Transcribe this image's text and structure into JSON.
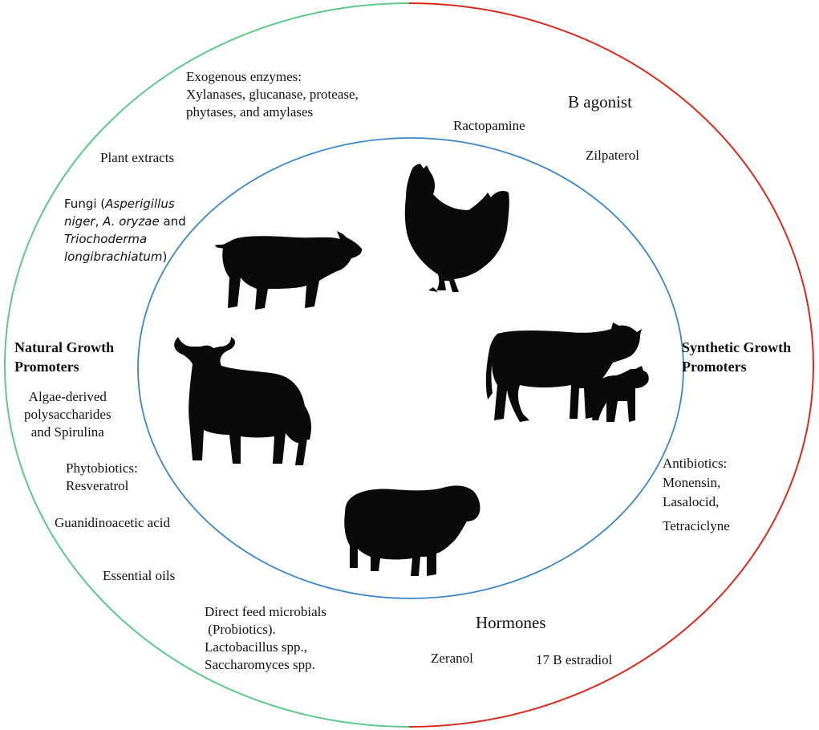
{
  "natural": {
    "heading": [
      "Natural Growth",
      "Promoters"
    ],
    "exogenous_enzymes": [
      "Exogenous enzymes:",
      "Xylanases, glucanase, protease,",
      "phytases, and amylases"
    ],
    "plant_extracts": "Plant extracts",
    "fungi": {
      "line1_prefix": "Fungi (",
      "line1_italic": "Asperigillus",
      "line2_italic_a": "niger",
      "line2_mid": ", ",
      "line2_italic_b": "A. oryzae",
      "line2_suffix": " and",
      "line3_italic": "Triochoderma",
      "line4_italic": "longibrachiatum",
      "line4_suffix": ")"
    },
    "algae": [
      "Algae-derived",
      "polysaccharides",
      "and Spirulina"
    ],
    "phytobiotics": [
      "Phytobiotics:",
      "Resveratrol"
    ],
    "guanidinoacetic": "Guanidinoacetic acid",
    "essential_oils": "Essential oils",
    "dfm": [
      "Direct feed microbials",
      " (Probiotics).",
      "Lactobacillus spp.,",
      "Saccharomyces spp."
    ]
  },
  "synthetic": {
    "heading": [
      "Synthetic Growth",
      "Promoters"
    ],
    "b_agonist": "B agonist",
    "ractopamine": "Ractopamine",
    "zilpaterol": "Zilpaterol",
    "antibiotics": [
      "Antibiotics:",
      "Monensin,",
      "Lasalocid,",
      "Tetraciclyne"
    ],
    "hormones": "Hormones",
    "zeranol": "Zeranol",
    "estradiol": "17 B estradiol"
  },
  "animals": [
    "pig-icon",
    "chicken-icon",
    "bull-icon",
    "cow-and-calf-icon",
    "sheep-icon"
  ],
  "colors": {
    "natural_arc": "#5cc88a",
    "synthetic_arc": "#d92a1c",
    "inner_circle": "#3b86c8",
    "silhouette": "#0a0a0a"
  }
}
